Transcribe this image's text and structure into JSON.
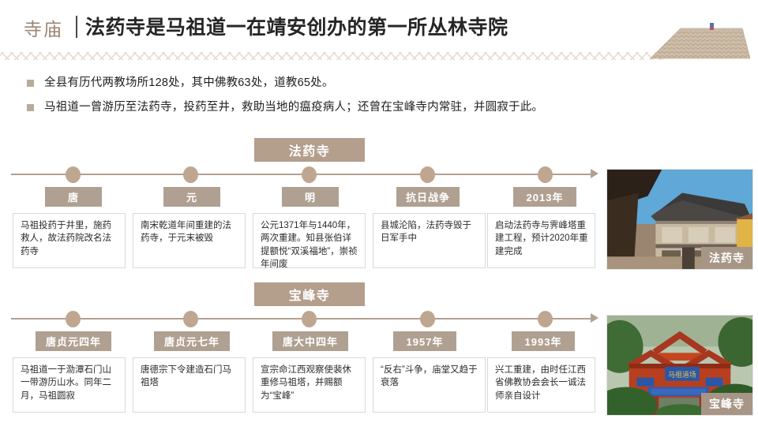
{
  "header": {
    "kicker": "寺庙",
    "title": "法药寺是马祖道一在靖安创办的第一所丛林寺院",
    "roof_icon": "temple-roof-illustration",
    "accent_color": "#9b8574",
    "divider_color": "#e6ddd2"
  },
  "bullets": [
    {
      "text": "全县有历代两教场所128处，其中佛教63处，道教65处。"
    },
    {
      "text": "马祖道一曾游历至法药寺，投药至井，救助当地的瘟疫病人；还曾在宝峰寺内常驻，并圆寂于此。"
    }
  ],
  "timelines": [
    {
      "tag": "法药寺",
      "nodes": [
        {
          "era": "唐",
          "text": "马祖投药于井里，施药救人，故法药院改名法药寺"
        },
        {
          "era": "元",
          "text": "南宋乾道年间重建的法药寺，于元末被毁"
        },
        {
          "era": "明",
          "text": "公元1371年与1440年，两次重建。知县张伯详提额悦“双溪福地”，崇祯年间废"
        },
        {
          "era": "抗日战争",
          "text": "县城沦陷，法药寺毁于日军手中"
        },
        {
          "era": "2013年",
          "text": "启动法药寺与霁峰塔重建工程，预计2020年重建完成"
        }
      ]
    },
    {
      "tag": "宝峰寺",
      "nodes": [
        {
          "era": "唐贞元四年",
          "text": "马祖道一于泐潭石门山一带游历山水。同年二月，马祖圆寂"
        },
        {
          "era": "唐贞元七年",
          "text": "唐德宗下令建造石门马祖塔"
        },
        {
          "era": "唐大中四年",
          "text": "宣宗命江西观察使裴休重修马祖塔，并赐额为“宝峰”"
        },
        {
          "era": "1957年",
          "text": "“反右”斗争，庙堂又趋于衰落"
        },
        {
          "era": "1993年",
          "text": "兴工重建，由时任江西省佛教协会会长一诚法师亲自设计"
        }
      ]
    }
  ],
  "photos": [
    {
      "caption": "法药寺",
      "alt": "temple-hall-under-construction-photo"
    },
    {
      "caption": "宝峰寺",
      "alt": "red-temple-gateway-photo"
    }
  ],
  "theme": {
    "tag_bg": "#b49e8c",
    "era_bg": "#b0a091",
    "axis": "#b3a091",
    "node": "#bfa690",
    "caption_bg": "#a79585"
  }
}
